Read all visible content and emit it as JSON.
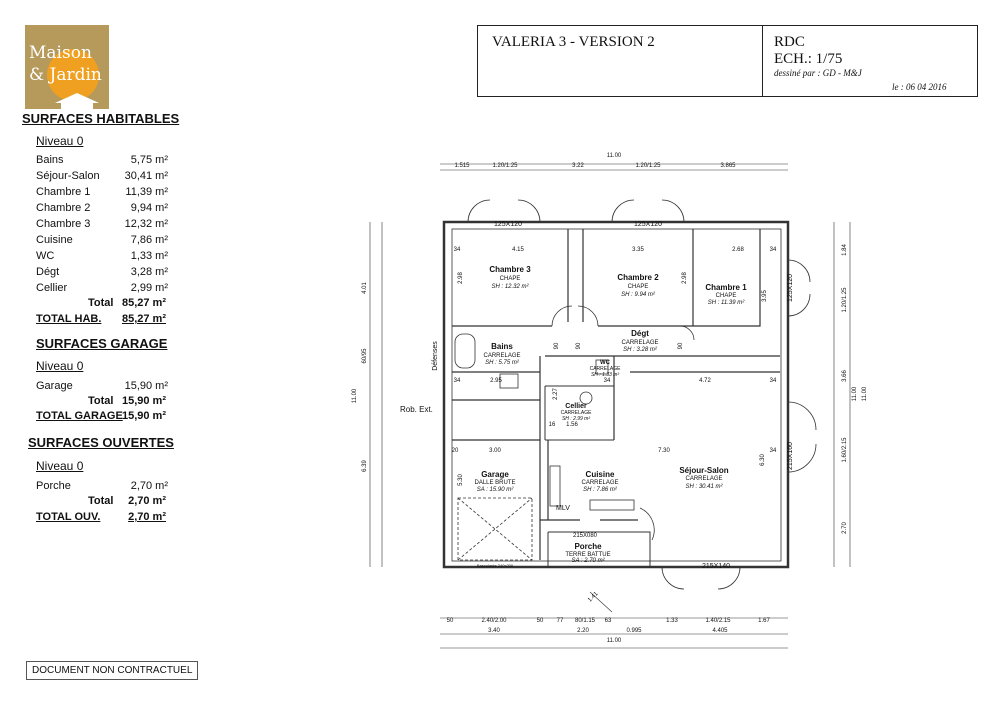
{
  "logo": {
    "line1": "Maison",
    "line2": "& Jardin"
  },
  "surfaces_habitables": {
    "heading": "SURFACES HABITABLES",
    "level": "Niveau 0",
    "rows": [
      {
        "name": "Bains",
        "value": "5,75 m²"
      },
      {
        "name": "Séjour-Salon",
        "value": "30,41 m²"
      },
      {
        "name": "Chambre 1",
        "value": "11,39 m²"
      },
      {
        "name": "Chambre 2",
        "value": "9,94 m²"
      },
      {
        "name": "Chambre 3",
        "value": "12,32 m²"
      },
      {
        "name": "Cuisine",
        "value": "7,86 m²"
      },
      {
        "name": "WC",
        "value": "1,33 m²"
      },
      {
        "name": "Dégt",
        "value": "3,28 m²"
      },
      {
        "name": "Cellier",
        "value": "2,99 m²"
      }
    ],
    "total_label": "Total",
    "total_value": "85,27 m²",
    "grand_label": "TOTAL HAB.",
    "grand_value": "85,27 m²"
  },
  "surfaces_garage": {
    "heading": "SURFACES GARAGE",
    "level": "Niveau 0",
    "rows": [
      {
        "name": "Garage",
        "value": "15,90 m²"
      }
    ],
    "total_label": "Total",
    "total_value": "15,90 m²",
    "grand_label": "TOTAL GARAGE",
    "grand_value": "15,90 m²"
  },
  "surfaces_ouvertes": {
    "heading": "SURFACES OUVERTES",
    "level": "Niveau 0",
    "rows": [
      {
        "name": "Porche",
        "value": "2,70 m²"
      }
    ],
    "total_label": "Total",
    "total_value": "2,70 m²",
    "grand_label": "TOTAL OUV.",
    "grand_value": "2,70 m²"
  },
  "title_block": {
    "project": "VALERIA 3 - VERSION 2",
    "level": "RDC",
    "scale": "ECH.: 1/75",
    "drawn_by": "dessiné par : GD - M&J",
    "date": "le : 06 04 2016"
  },
  "disclaimer": "DOCUMENT NON CONTRACTUEL",
  "plan": {
    "rooms": [
      {
        "name": "Chambre 3",
        "floor": "CHAPE",
        "area": "SH : 12.32 m²"
      },
      {
        "name": "Chambre 2",
        "floor": "CHAPE",
        "area": "SH : 9.94 m²"
      },
      {
        "name": "Chambre 1",
        "floor": "CHAPE",
        "area": "SH : 11.39 m²"
      },
      {
        "name": "Bains",
        "floor": "CARRELAGE",
        "area": "SH : 5.75 m²"
      },
      {
        "name": "Dégt",
        "floor": "CARRELAGE",
        "area": "SH : 3.28 m²"
      },
      {
        "name": "WC",
        "floor": "CARRELAGE",
        "area": "SH : 1.33 m²"
      },
      {
        "name": "Cellier",
        "floor": "CARRELAGE",
        "area": "SH : 2.99 m²"
      },
      {
        "name": "Garage",
        "floor": "DALLE BRUTE",
        "area": "SA : 15.90 m²"
      },
      {
        "name": "Cuisine",
        "floor": "CARRELAGE",
        "area": "SH : 7.86 m²"
      },
      {
        "name": "Séjour-Salon",
        "floor": "CARRELAGE",
        "area": "SH : 30.41 m²"
      },
      {
        "name": "Porche",
        "floor": "TERRE BATTUE",
        "area": "SA : 2.70 m²"
      }
    ],
    "openings": [
      "125X120",
      "125X120",
      "125X120",
      "215X160",
      "215X140",
      "215X080"
    ],
    "labels": {
      "rob_ext": "Rob. Ext.",
      "mlv": "MLV",
      "defenses": "Défenses",
      "garage_door": "Basculante 240x200",
      "porch_dim": "1.41"
    },
    "dims_top": [
      "1.515",
      "1.20/1.25",
      "3.22",
      "1.20/1.25",
      "3.865"
    ],
    "dim_overall": "11.00",
    "dims_bottom_1": [
      "50",
      "2.40/2.00",
      "50",
      "77",
      "80/1.15",
      "63",
      "1.33",
      "1.40/2.15",
      "1.67"
    ],
    "dims_bottom_2": [
      "3.40",
      "2.20",
      "0.995",
      "4.405"
    ],
    "dims_left": [
      "4.01",
      "60/95",
      "6.39"
    ],
    "dims_right_1": [
      "1.84",
      "1.20/1.25",
      "3.66",
      "1.60/2.15",
      "2.70"
    ],
    "dims_right_2": [
      "11.00",
      "11.00"
    ],
    "interior_dims": [
      "4.15",
      "3.35",
      "2.68",
      "2.98",
      "2.98",
      "3.95",
      "4.72",
      "2.95",
      "3.00",
      "7.30",
      "6.30",
      "2.27",
      "1.56",
      "5.30",
      "90",
      "90",
      "90",
      "20",
      "16",
      "34",
      "34",
      "34",
      "34",
      "34",
      "34"
    ]
  }
}
